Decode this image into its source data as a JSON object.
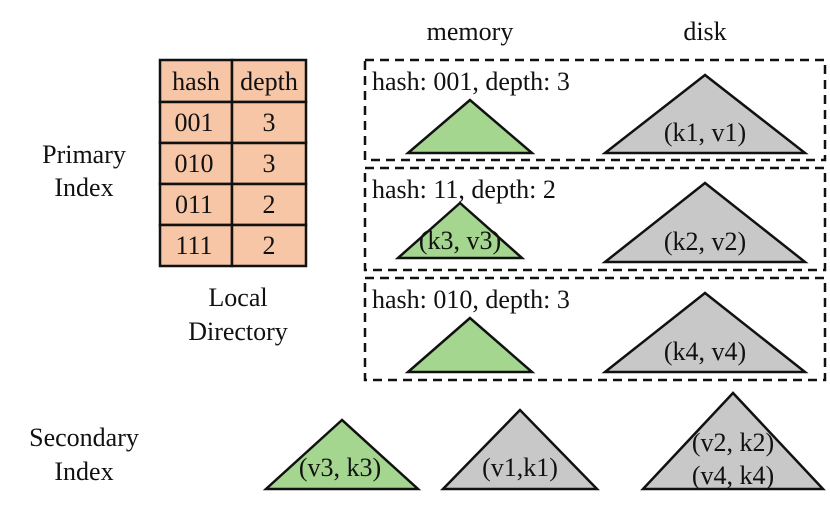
{
  "headers": {
    "memory": "memory",
    "disk": "disk"
  },
  "labels": {
    "primary_line1": "Primary",
    "primary_line2": "Index",
    "local_line1": "Local",
    "local_line2": "Directory",
    "secondary_line1": "Secondary",
    "secondary_line2": "Index"
  },
  "directory": {
    "columns": [
      "hash",
      "depth"
    ],
    "rows": [
      [
        "001",
        "3"
      ],
      [
        "010",
        "3"
      ],
      [
        "011",
        "2"
      ],
      [
        "111",
        "2"
      ]
    ]
  },
  "partitions": [
    {
      "caption": "hash: 001, depth: 3",
      "memory_text": "",
      "disk_text": "(k1, v1)"
    },
    {
      "caption": "hash: 11, depth: 2",
      "memory_text": "(k3, v3)",
      "disk_text": "(k2, v2)"
    },
    {
      "caption": "hash: 010, depth: 3",
      "memory_text": "",
      "disk_text": "(k4, v4)"
    }
  ],
  "secondary": {
    "memory_text": "(v3, k3)",
    "disk1_text": "(v1,k1)",
    "disk2_line1": "(v2, k2)",
    "disk2_line2": "(v4, k4)"
  },
  "colors": {
    "memory": "#a4d68f",
    "disk": "#c8c8c8",
    "table": "#f6c6a6"
  }
}
